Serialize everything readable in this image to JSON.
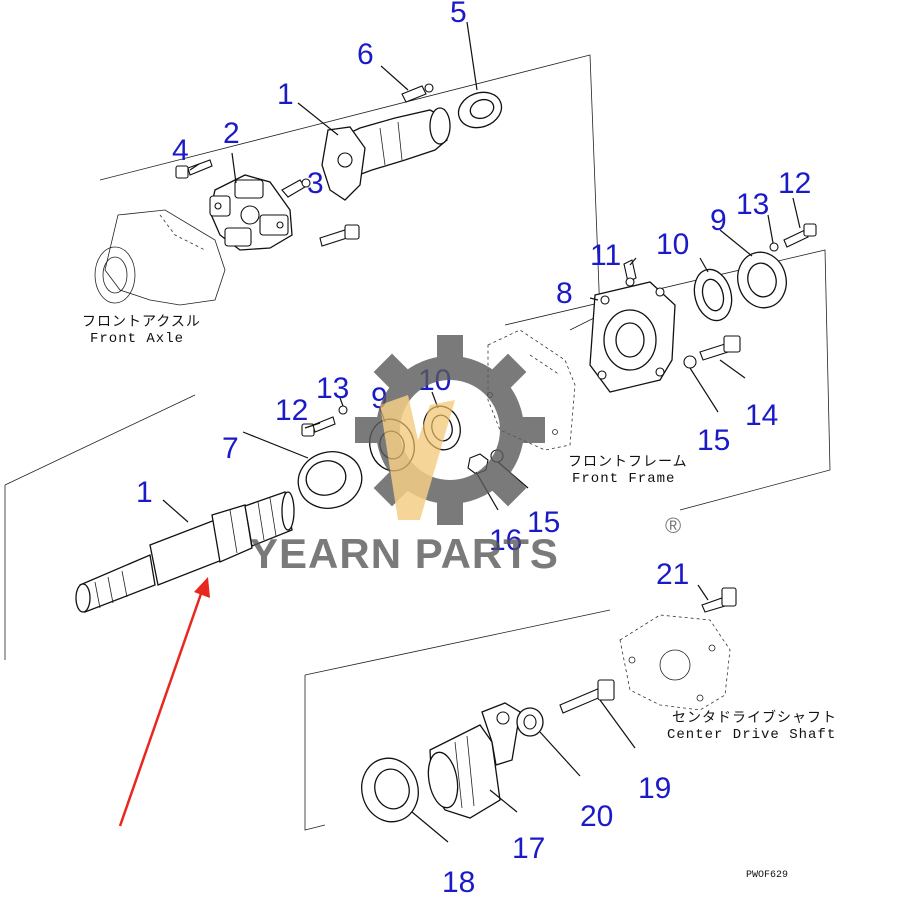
{
  "callouts": {
    "top": [
      "1",
      "2",
      "3",
      "4",
      "5",
      "6"
    ],
    "bracket": [
      "12",
      "13",
      "9",
      "10",
      "8",
      "11",
      "14",
      "15"
    ],
    "middle": [
      "12",
      "13",
      "9",
      "10",
      "7",
      "1",
      "15",
      "16"
    ],
    "bottom": [
      "21",
      "17",
      "18",
      "19",
      "20"
    ]
  },
  "labels": {
    "front_axle_jp": "フロントアクスル",
    "front_axle_en": "Front Axle",
    "front_frame_jp": "フロントフレーム",
    "front_frame_en": "Front Frame",
    "center_drive_jp": "センタドライブシャフト",
    "center_drive_en": "Center Drive Shaft",
    "drawing_code": "PWOF629"
  },
  "watermark": {
    "text": "YEARN PARTS",
    "registered": "®",
    "gear_color": "#5a5a5a",
    "flame_color": "#f2c26a"
  },
  "colors": {
    "callout": "#1a1ac8",
    "arrow": "#e8281e",
    "line": "#111111"
  }
}
